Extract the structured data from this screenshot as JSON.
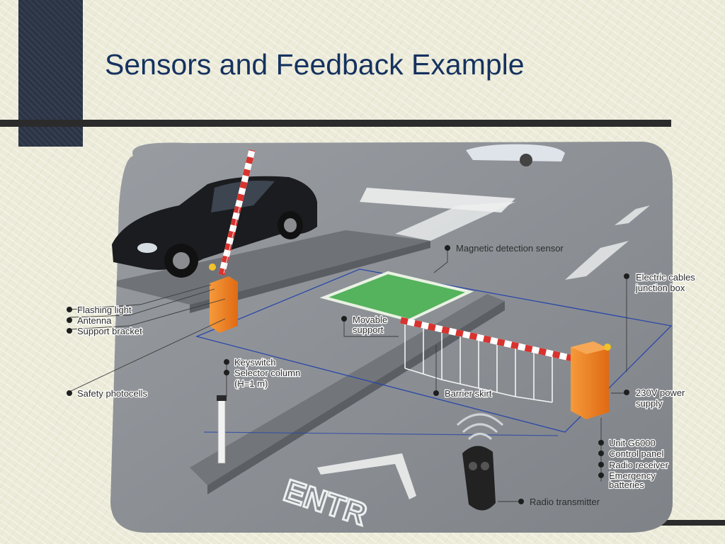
{
  "slide": {
    "title": "Sensors and Feedback Example"
  },
  "diagram": {
    "labels": {
      "magnetic_sensor": "Magnetic detection sensor",
      "electric_cables_1": "Electric cables",
      "electric_cables_2": "junction box",
      "flashing_light": "Flashing light",
      "antenna": "Antenna",
      "support_bracket": "Support bracket",
      "movable_support_1": "Movable",
      "movable_support_2": "support",
      "keyswitch": "Keyswitch",
      "selector_column": "Selector column",
      "selector_height": "(H=1 m)",
      "safety_photocells": "Safety photocells",
      "barrier_skirt": "Barrier skirt",
      "power_supply_1": "230V power",
      "power_supply_2": "supply",
      "unit": "Unit G6000",
      "control_panel": "Control panel",
      "radio_receiver": "Radio receiver",
      "emergency_1": "Emergency",
      "emergency_2": "batteries",
      "radio_transmitter": "Radio transmitter",
      "road_marking": "ENTR"
    },
    "colors": {
      "title": "#15325f",
      "road": "#8d9196",
      "sensor_pad": "#55b25d",
      "barrier_unit": "#f07a22",
      "barrier_stripe": "#d8332e"
    }
  }
}
